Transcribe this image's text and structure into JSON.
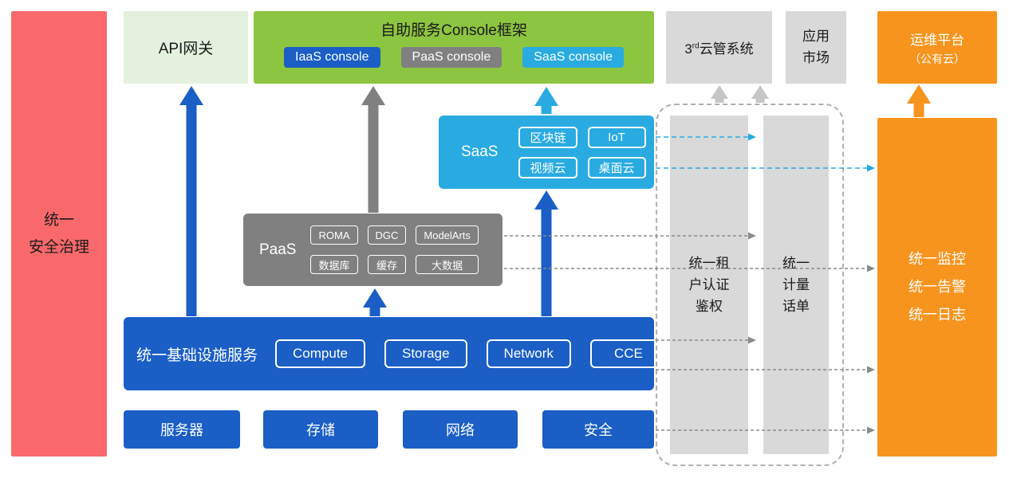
{
  "colors": {
    "blue": "#1A5EC6",
    "gray": "#808080",
    "light_gray": "#D9D9D9",
    "cyan": "#29ABE2",
    "green": "#8CC540",
    "light_green": "#E3F1DE",
    "orange": "#F7941E",
    "red": "#F9696B",
    "dash_border": "#B0B0B0",
    "dot_line": "#8A8A8A",
    "arrow_light_gray": "#C6C6C6"
  },
  "security_bar": {
    "label": "统一\n安全治理"
  },
  "api_gateway": {
    "label": "API网关"
  },
  "console_frame": {
    "title": "自助服务Console框架",
    "items": [
      {
        "label": "IaaS console"
      },
      {
        "label": "PaaS console"
      },
      {
        "label": "SaaS console"
      }
    ]
  },
  "third_party_cloud": {
    "base": "3",
    "sup": "rd",
    "rest": "云管系统"
  },
  "app_market": {
    "label": "应用\n市场"
  },
  "ops_platform": {
    "line1": "运维平台",
    "line2": "（公有云）"
  },
  "saas": {
    "label": "SaaS",
    "chips": [
      "区块链",
      "IoT",
      "视频云",
      "桌面云"
    ]
  },
  "paas": {
    "label": "PaaS",
    "chips": [
      "ROMA",
      "DGC",
      "ModelArts",
      "数据库",
      "缓存",
      "大数据"
    ]
  },
  "infra": {
    "label": "统一基础设施服务",
    "chips": [
      "Compute",
      "Storage",
      "Network",
      "CCE"
    ]
  },
  "hardware": {
    "items": [
      "服务器",
      "存储",
      "网络",
      "安全"
    ]
  },
  "auth_bar": {
    "label": "统一租\n户认证\n鉴权"
  },
  "metering_bar": {
    "label": "统一\n计量\n话单"
  },
  "monitor_bar": {
    "label": "统一监控\n统一告警\n统一日志"
  }
}
